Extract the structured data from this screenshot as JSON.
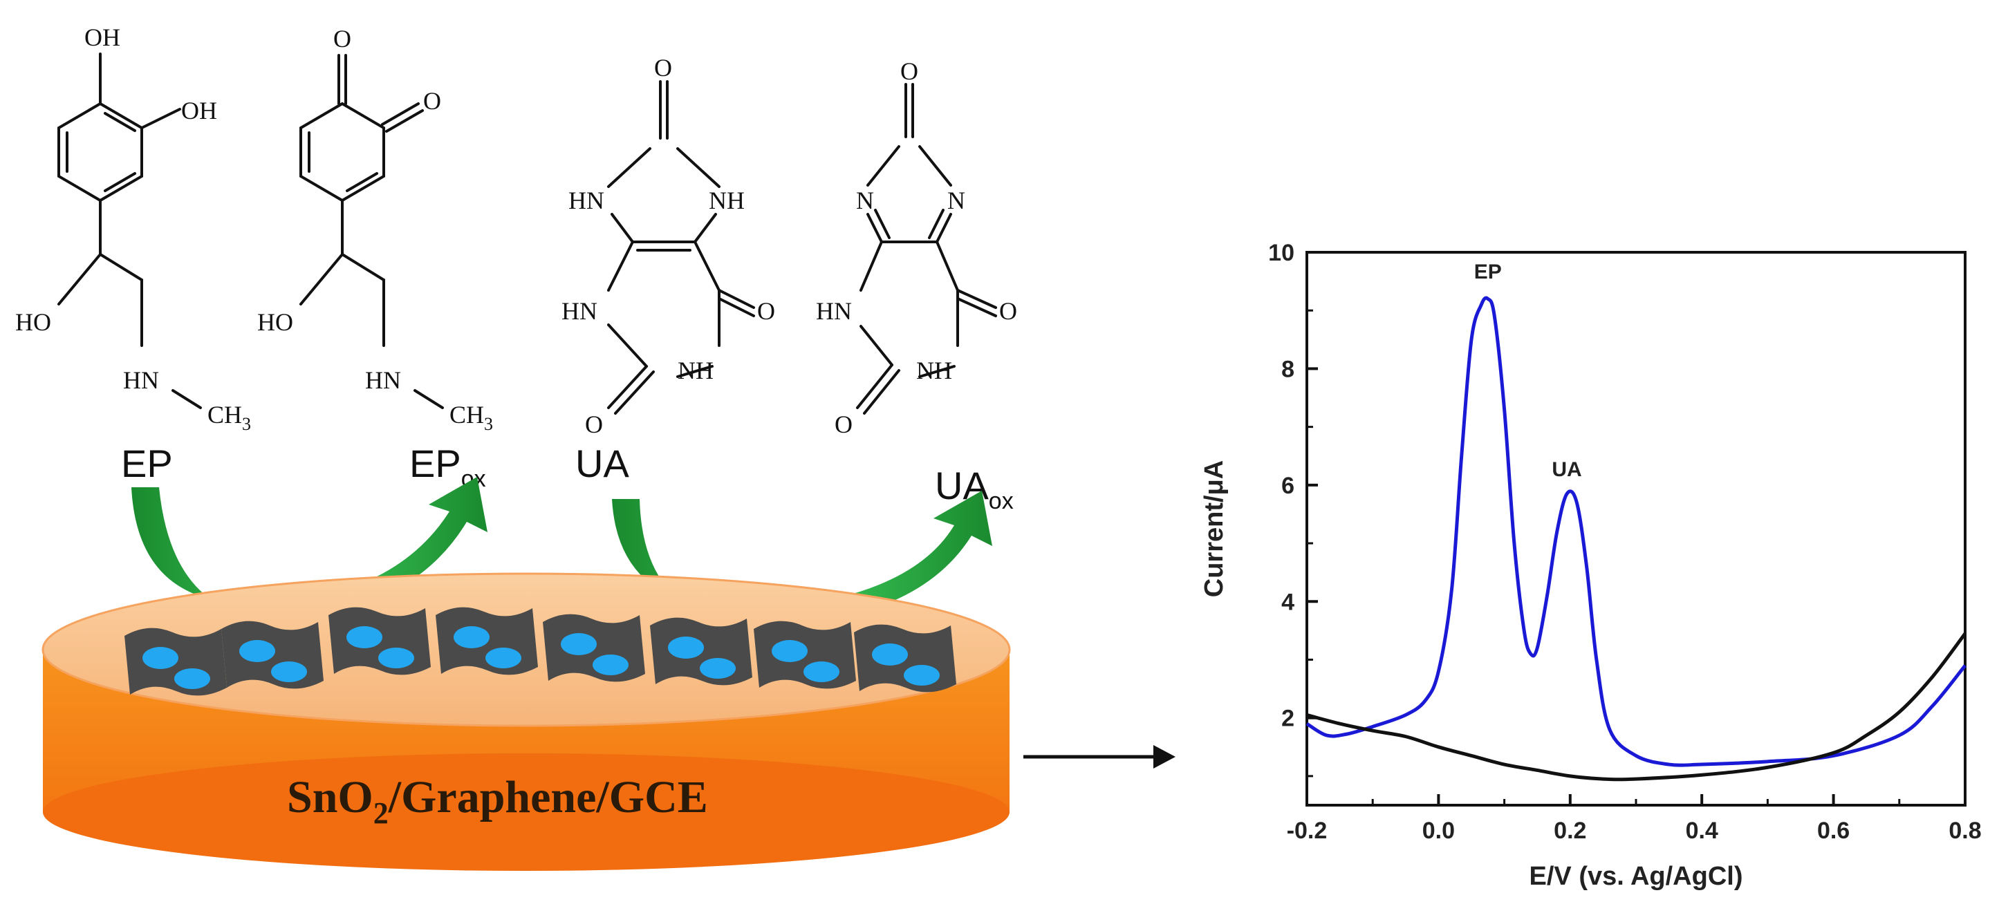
{
  "molecules": {
    "ep": {
      "name": "EP",
      "atoms": {
        "oh_top": "OH",
        "oh_right": "OH",
        "ho": "HO",
        "hn": "HN",
        "ch3": "CH",
        "ch3_sub": "3"
      }
    },
    "ep_ox": {
      "name": "EP",
      "name_sub": "ox",
      "atoms": {
        "o_top": "O",
        "o_right": "O",
        "ho": "HO",
        "hn": "HN",
        "ch3": "CH",
        "ch3_sub": "3"
      }
    },
    "ua": {
      "name": "UA",
      "atoms": {
        "o_top": "O",
        "hn_left": "HN",
        "nh_right": "NH",
        "hn_lower": "HN",
        "o_right": "O",
        "nh_lower": "NH",
        "o_bottom": "O"
      }
    },
    "ua_ox": {
      "name": "UA",
      "name_sub": "ox",
      "atoms": {
        "o_top": "O",
        "n_left": "N",
        "n_right": "N",
        "hn_lower": "HN",
        "o_right": "O",
        "nh_lower": "NH",
        "o_bottom": "O"
      }
    }
  },
  "electrode": {
    "label_main": "SnO",
    "label_sub": "2",
    "label_rest": "/Graphene/GCE",
    "disk_color": "#f7943b",
    "arrow_color": "#1aa53c"
  },
  "chart_data": {
    "type": "line",
    "xlabel": "E/V (vs. Ag/AgCl)",
    "ylabel": "Current/μA",
    "xlim": [
      -0.2,
      0.8
    ],
    "ylim": [
      0.5,
      10
    ],
    "x_ticks": [
      -0.2,
      0.0,
      0.2,
      0.4,
      0.6,
      0.8
    ],
    "x_tick_labels": [
      "-0.2",
      "0.0",
      "0.2",
      "0.4",
      "0.6",
      "0.8"
    ],
    "y_ticks": [
      2,
      4,
      6,
      8,
      10
    ],
    "y_tick_labels": [
      "2",
      "4",
      "6",
      "8",
      "10"
    ],
    "series": [
      {
        "color": "#1a1ad6",
        "x": [
          -0.2,
          -0.17,
          -0.14,
          -0.1,
          -0.05,
          -0.02,
          0.0,
          0.02,
          0.035,
          0.05,
          0.065,
          0.075,
          0.085,
          0.1,
          0.115,
          0.13,
          0.14,
          0.15,
          0.165,
          0.18,
          0.195,
          0.21,
          0.225,
          0.24,
          0.26,
          0.3,
          0.35,
          0.4,
          0.5,
          0.6,
          0.7,
          0.75,
          0.8
        ],
        "y": [
          1.9,
          1.7,
          1.72,
          1.85,
          2.05,
          2.3,
          2.8,
          4.2,
          6.5,
          8.5,
          9.1,
          9.2,
          8.9,
          7.3,
          5.0,
          3.5,
          3.1,
          3.2,
          4.1,
          5.2,
          5.85,
          5.7,
          4.6,
          3.0,
          1.8,
          1.35,
          1.2,
          1.2,
          1.25,
          1.35,
          1.7,
          2.2,
          2.9
        ]
      },
      {
        "color": "#111111",
        "x": [
          -0.2,
          -0.15,
          -0.1,
          -0.05,
          0.0,
          0.05,
          0.1,
          0.15,
          0.2,
          0.25,
          0.3,
          0.4,
          0.5,
          0.6,
          0.65,
          0.7,
          0.75,
          0.8
        ],
        "y": [
          2.05,
          1.9,
          1.78,
          1.68,
          1.5,
          1.35,
          1.2,
          1.1,
          1.0,
          0.95,
          0.95,
          1.02,
          1.15,
          1.4,
          1.7,
          2.1,
          2.7,
          3.45
        ]
      }
    ],
    "annotations": [
      {
        "text": "EP",
        "x": 0.075,
        "y": 9.55
      },
      {
        "text": "UA",
        "x": 0.195,
        "y": 6.15
      }
    ]
  }
}
